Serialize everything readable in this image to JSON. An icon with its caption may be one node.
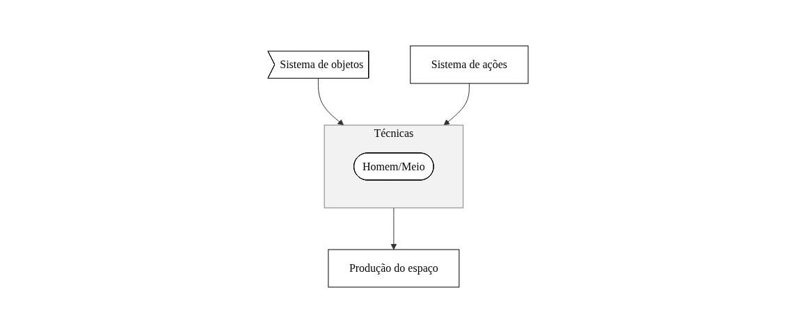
{
  "diagram": {
    "nodes": [
      {
        "text": [
          "Sistema de objetos"
        ]
      },
      {
        "text": [
          "Técnicas"
        ]
      },
      {
        "text": [
          "Homem/Meio"
        ],
        "in": 1
      },
      {
        "text": [
          "Sistema de ações"
        ]
      },
      {
        "text": [
          "Produção do espaço"
        ]
      }
    ],
    "edges": [
      {
        "from": 0,
        "to": 1,
        "arrow": "to"
      },
      {
        "from": 3,
        "to": 1,
        "arrow": "to"
      },
      {
        "from": 1,
        "to": 4,
        "arrow": "to"
      }
    ]
  }
}
